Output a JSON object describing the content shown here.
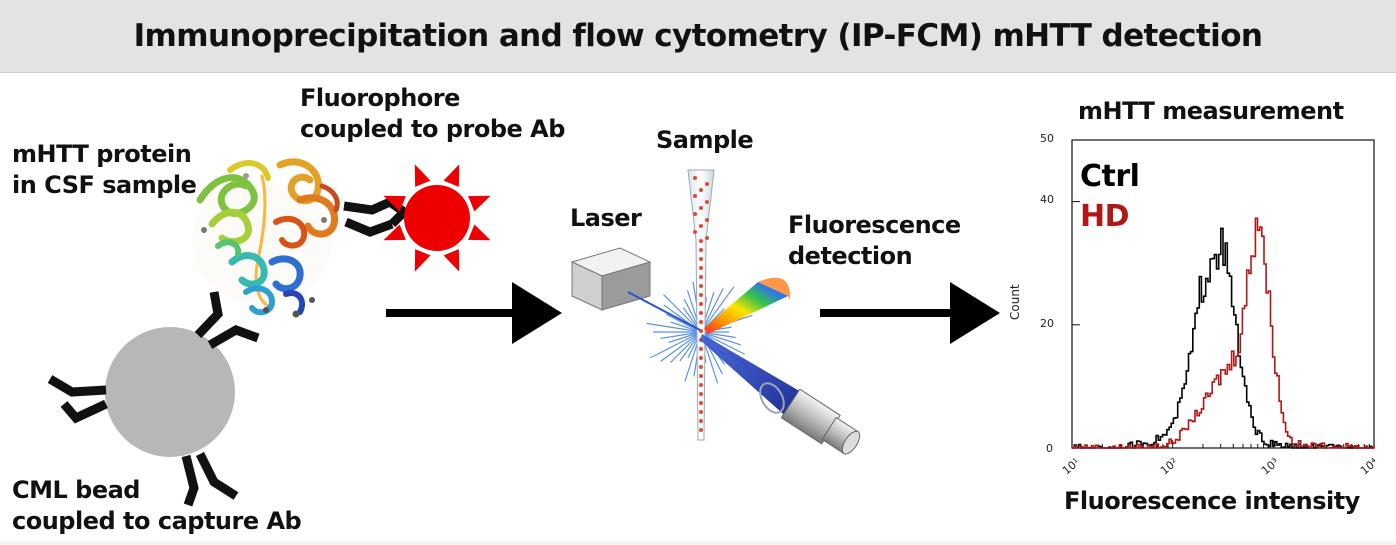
{
  "title": "Immunoprecipitation and flow cytometry (IP-FCM) mHTT detection",
  "labels": {
    "fluorophore": [
      "Fluorophore",
      "coupled to probe Ab"
    ],
    "mhtt_protein": [
      "mHTT protein",
      "in CSF sample"
    ],
    "cml_bead": [
      "CML bead",
      "coupled to capture Ab"
    ],
    "sample": "Sample",
    "laser": "Laser",
    "fluorescence_detection": [
      "Fluorescence",
      "detection"
    ]
  },
  "chart_data": {
    "type": "line",
    "title": "mHTT measurement",
    "xlabel": "Fluorescence intensity",
    "ylabel": "Count",
    "x_scale": "log",
    "xlim": [
      10,
      10000
    ],
    "ylim": [
      0,
      50
    ],
    "x_ticks": [
      "10¹",
      "10²",
      "10³",
      "10⁴"
    ],
    "y_ticks": [
      "0",
      "20",
      "40",
      "50"
    ],
    "legend": [
      "Ctrl",
      "HD"
    ],
    "colors": {
      "Ctrl": "#000000",
      "HD": "#b01818"
    },
    "series": [
      {
        "name": "Ctrl",
        "x": [
          10,
          30,
          60,
          80,
          100,
          120,
          140,
          160,
          180,
          200,
          230,
          260,
          300,
          340,
          380,
          430,
          480,
          550,
          650,
          800,
          1000,
          2000,
          10000
        ],
        "values": [
          0,
          0,
          1,
          2,
          4,
          8,
          13,
          18,
          24,
          28,
          31,
          34,
          32,
          29,
          24,
          18,
          12,
          7,
          3,
          1,
          0.5,
          0,
          0
        ]
      },
      {
        "name": "HD",
        "x": [
          10,
          60,
          100,
          130,
          160,
          200,
          250,
          300,
          350,
          400,
          450,
          500,
          550,
          600,
          650,
          700,
          750,
          800,
          850,
          900,
          1000,
          1100,
          1250,
          1500,
          2000,
          10000
        ],
        "values": [
          0,
          0,
          1,
          3,
          5,
          7,
          10,
          12,
          13,
          15,
          18,
          22,
          27,
          33,
          37,
          39,
          36,
          31,
          27,
          22,
          16,
          10,
          4,
          1,
          0.3,
          0
        ]
      }
    ]
  }
}
